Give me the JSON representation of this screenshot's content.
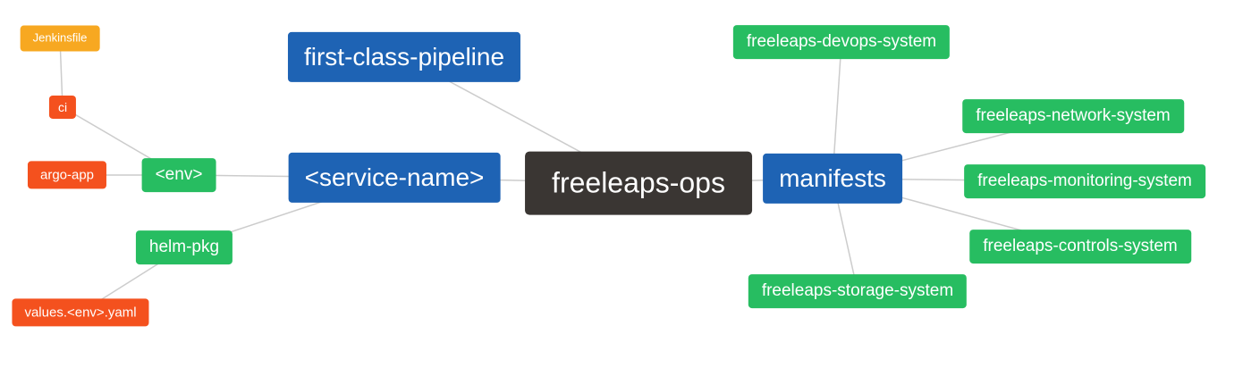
{
  "diagram": {
    "title": "freeleaps-ops mind map",
    "colors": {
      "background": "#ffffff",
      "root_bg": "#3a3633",
      "level1_bg": "#1e63b4",
      "level2_bg": "#27bd61",
      "level3_bg": "#f4511e",
      "level4_bg": "#f7a821",
      "text": "#ffffff",
      "edge": "#cccccc"
    },
    "nodes": {
      "root": {
        "label": "freeleaps-ops"
      },
      "first_class_pipeline": {
        "label": "first-class-pipeline"
      },
      "service_name": {
        "label": "<service-name>"
      },
      "manifests": {
        "label": "manifests"
      },
      "env": {
        "label": "<env>"
      },
      "helm_pkg": {
        "label": "helm-pkg"
      },
      "ci": {
        "label": "ci"
      },
      "argo_app": {
        "label": "argo-app"
      },
      "jenkinsfile": {
        "label": "Jenkinsfile"
      },
      "values_env_yaml": {
        "label": "values.<env>.yaml"
      },
      "devops_system": {
        "label": "freeleaps-devops-system"
      },
      "network_system": {
        "label": "freeleaps-network-system"
      },
      "monitoring_system": {
        "label": "freeleaps-monitoring-system"
      },
      "controls_system": {
        "label": "freeleaps-controls-system"
      },
      "storage_system": {
        "label": "freeleaps-storage-system"
      }
    },
    "edges": [
      {
        "from": "jenkinsfile",
        "to": "ci"
      },
      {
        "from": "ci",
        "to": "env"
      },
      {
        "from": "argo_app",
        "to": "env"
      },
      {
        "from": "env",
        "to": "service_name"
      },
      {
        "from": "service_name",
        "to": "helm_pkg"
      },
      {
        "from": "helm_pkg",
        "to": "values_env_yaml"
      },
      {
        "from": "first_class_pipeline",
        "to": "root"
      },
      {
        "from": "service_name",
        "to": "root"
      },
      {
        "from": "root",
        "to": "manifests"
      },
      {
        "from": "manifests",
        "to": "devops_system"
      },
      {
        "from": "manifests",
        "to": "network_system"
      },
      {
        "from": "manifests",
        "to": "monitoring_system"
      },
      {
        "from": "manifests",
        "to": "controls_system"
      },
      {
        "from": "manifests",
        "to": "storage_system"
      }
    ]
  }
}
